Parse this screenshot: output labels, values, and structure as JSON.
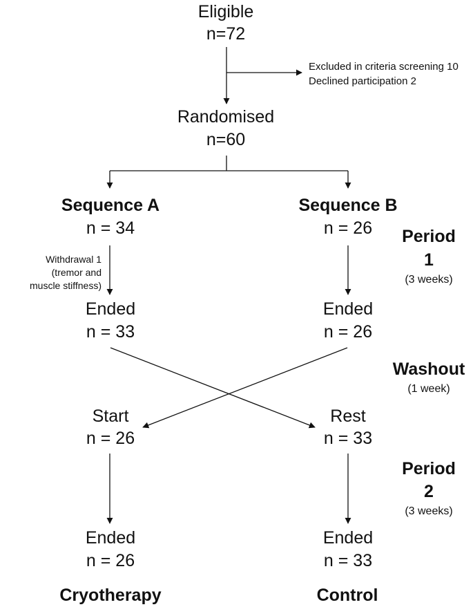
{
  "eligible": {
    "label": "Eligible",
    "count": "n=72"
  },
  "excluded": {
    "criteria": "Excluded in criteria screening 10",
    "declined": "Declined participation 2"
  },
  "randomised": {
    "label": "Randomised",
    "count": "n=60"
  },
  "sequence_a": {
    "title": "Sequence A",
    "count": "n = 34",
    "withdrawal": [
      "Withdrawal 1",
      "(tremor and",
      "muscle stiffness)"
    ],
    "ended_p1": {
      "label": "Ended",
      "count": "n = 33"
    },
    "start_p2": {
      "label": "Start",
      "count": "n = 26"
    },
    "ended_p2": {
      "label": "Ended",
      "count": "n = 26"
    },
    "final": "Cryotherapy"
  },
  "sequence_b": {
    "title": "Sequence B",
    "count": "n = 26",
    "ended_p1": {
      "label": "Ended",
      "count": "n = 26"
    },
    "rest_p2": {
      "label": "Rest",
      "count": "n = 33"
    },
    "ended_p2": {
      "label": "Ended",
      "count": "n = 33"
    },
    "final": "Control"
  },
  "period1": {
    "title": "Period",
    "number": "1",
    "duration": "(3 weeks)"
  },
  "washout": {
    "title": "Washout",
    "duration": "(1 week)"
  },
  "period2": {
    "title": "Period",
    "number": "2",
    "duration": "(3 weeks)"
  }
}
